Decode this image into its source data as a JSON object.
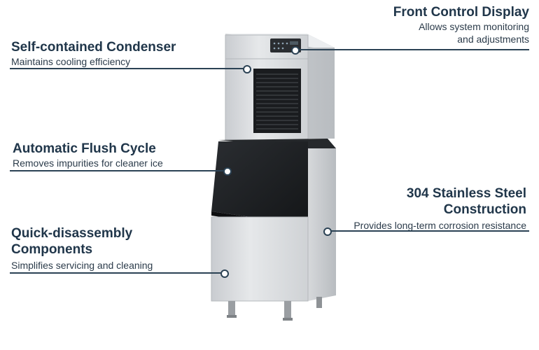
{
  "callouts": {
    "front_control": {
      "title": "Front Control Display",
      "desc_line1": "Allows system monitoring",
      "desc_line2": "and adjustments"
    },
    "condenser": {
      "title": "Self-contained Condenser",
      "desc": "Maintains cooling efficiency"
    },
    "flush": {
      "title": "Automatic Flush Cycle",
      "desc": "Removes impurities for cleaner ice"
    },
    "stainless": {
      "title_line1": "304 Stainless Steel",
      "title_line2": "Construction",
      "desc": "Provides long-term corrosion resistance"
    },
    "disassembly": {
      "title_line1": "Quick-disassembly",
      "title_line2": "Components",
      "desc": "Simplifies servicing and cleaning"
    }
  },
  "colors": {
    "text": "#20364a",
    "line": "#2b4254",
    "steel": "#d9dcdf",
    "bin_door": "#1d1f22"
  }
}
